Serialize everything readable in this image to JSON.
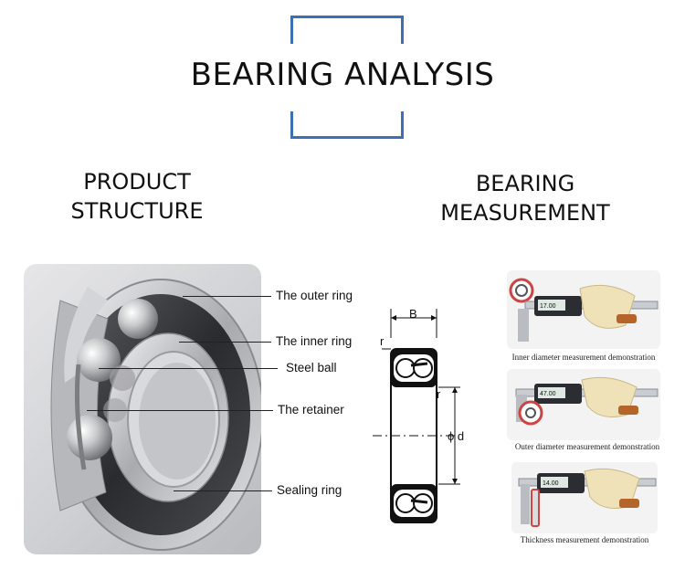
{
  "header": {
    "title": "BEARING ANALYSIS"
  },
  "sections": {
    "product": {
      "line1": "PRODUCT",
      "line2": "STRUCTURE"
    },
    "measurement": {
      "line1": "BEARING",
      "line2": "MEASUREMENT"
    }
  },
  "structure_labels": {
    "outer_ring": "The outer ring",
    "inner_ring": "The inner ring",
    "steel_ball": "Steel ball",
    "retainer": "The retainer",
    "sealing_ring": "Sealing ring"
  },
  "diagram": {
    "width_label": "B",
    "radius_label": "r",
    "diameter_label": "ϕ d"
  },
  "demos": [
    {
      "caption": "Inner diameter measurement demonstration",
      "reading": "17.00"
    },
    {
      "caption": "Outer diameter measurement demonstration",
      "reading": "47.00"
    },
    {
      "caption": "Thickness measurement demonstration",
      "reading": "14.00"
    }
  ],
  "colors": {
    "accent": "#3b6fb6"
  }
}
